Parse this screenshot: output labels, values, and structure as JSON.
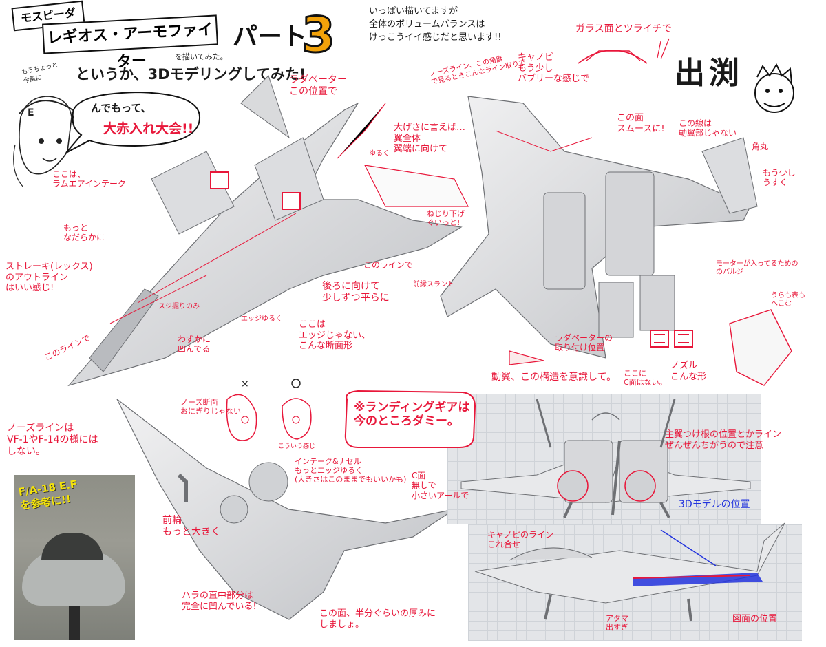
{
  "header": {
    "subtitle_ja": "モスピーダ",
    "title_ja": "レギオス・アーモファイター",
    "drew_note": "を描いてみた。",
    "side_note": "もうちょっと今風に",
    "main_line": "というか、3Dモデリングしてみた!",
    "part_label": "パート",
    "part_number": "3",
    "top_note": "いっぱい描いてますが\n全体のボリュームバランスは\nけっこうイイ感じだと思います!!",
    "signature": "出渕"
  },
  "speech_bubble": {
    "line1": "んでもって、",
    "line2": "大赤入れ大会!!"
  },
  "annotations": {
    "ram_air": "ここは、\nラムエアインテーク",
    "smoother": "もっと\nなだらかに",
    "strake": "ストレーキ(レックス)\nのアウトライン\nはいい感じ!",
    "this_line_1": "このラインで",
    "suji": "スジ掘りのみ",
    "edge_soft": "エッジゆるく",
    "slight_dent": "わずかに\n凹んでる",
    "not_edge": "ここは\nエッジじゃない、\nこんな断面形",
    "rear_flat": "後ろに向けて\n少しずつ平らに",
    "this_line_2": "このラインで",
    "leading_edge": "前縁スラント",
    "radar": "ラダベーター\nこの位置で",
    "nose_line": "ノーズライン、この角度\nで見るときこんなライン取りで",
    "exaggerate": "大げさに言えば…\n翼全体\n翼端に向けて",
    "twist": "ねじり下げ\nぐいっと!",
    "yuru": "ゆるく",
    "canopy_bubbly": "キャノピ\nもう少し\nバブリーな感じで",
    "glass_faces": "ガラス面とツライチで",
    "surface_smooth": "この面\nスムースに!",
    "moving_wing_line": "この線は\n動翼部じゃない",
    "round_corner": "角丸",
    "thinner": "もう少し\nうすく",
    "motor_bulge": "モーターが入ってるための\nのバルジ",
    "inside_outside": "うらも表も\nへこむ",
    "radar_mount": "ラダベーターの\n取り付け位置",
    "no_face_here": "ここに\nC面はない。",
    "nozzle": "ノズル\nこんな形",
    "moving_wing_structure": "動翼、この構造を意識して。",
    "nose_section": "ノーズ断面\nおにぎりじゃない",
    "like_this": "こういう感じ",
    "nose_line_vf": "ノーズラインは\nVF-1やF-14の様には\nしない。",
    "fa18": "F/A-18 E.F\nを参考に!!",
    "intake_nacelle": "インテーク&ナセル\nもっとエッジゆるく\n(大きさはこのままでもいいかも)",
    "no_c_face": "C面\n無しで\n小さいアールで",
    "front_wheel": "前輪\nもっと大きく",
    "belly": "ハラの直中部分は\n完全に凹んでいる!",
    "half_thickness": "この面、半分ぐらいの厚みに\nしましょ。",
    "landing_gear_box": "※ランディングギアは\n今のところダミー。",
    "main_wing_root": "主翼つけ根の位置とかライン\nぜんぜんちがうので注意",
    "model_position": "3Dモデルの位置",
    "canopy_line": "キャノピのライン\nこれ合せ",
    "head_out": "アタマ\n出すぎ",
    "cross_section_pos": "図面の位置"
  },
  "colors": {
    "redline": "#e8173a",
    "blueline": "#2233dd",
    "ink": "#1a1a1a",
    "model_gray": "#cfd1d4"
  },
  "icons": [
    "pencil-sketch-figure",
    "speech-bubble",
    "signature-face"
  ]
}
